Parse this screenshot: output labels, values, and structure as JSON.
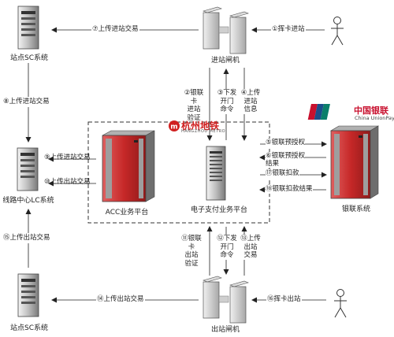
{
  "nodes": {
    "station_sc_top": "站点SC系统",
    "entry_gate": "进站闸机",
    "line_center_lc": "线路中心LC系统",
    "acc_platform": "ACC业务平台",
    "epay_platform": "电子支付业务平台",
    "unionpay_system": "银联系统",
    "station_sc_bottom": "站点SC系统",
    "exit_gate": "出站闸机"
  },
  "logos": {
    "hangzhou_metro_cn": "杭州地铁",
    "hangzhou_metro_en": "HANGZHOU METRO",
    "unionpay_cn": "中国银联",
    "unionpay_en": "China UnionPay",
    "unionpay_card": "UnionPay"
  },
  "arrows": {
    "a1": "①挥卡进站",
    "a2": "②银联卡\n进站\n验证",
    "a3": "③下发\n开门\n命令",
    "a4": "④上传\n进站\n信息",
    "a5": "⑤银联预授权",
    "a6": "⑥银联预授权\n结果",
    "a7": "⑦上传进站交易",
    "a8": "⑧上传进站交易",
    "a9": "⑨上传进站交易",
    "a10": "⑩上传出站交易",
    "a11": "⑪银联卡\n出站\n验证",
    "a12": "⑫下发\n开门\n命令",
    "a13": "⑬上传\n出站\n交易",
    "a14": "⑭上传出站交易",
    "a15": "⑮上传出站交易",
    "a16": "⑯挥卡出站",
    "a17": "⑰银联扣款",
    "a18": "⑱银联扣款结果"
  },
  "colors": {
    "server_red": "#c62828",
    "server_grey": "#8a8a8a",
    "logo_red": "#d02020",
    "unionpay_blue": "#1a4e8a",
    "unionpay_green": "#0b7f6a"
  }
}
